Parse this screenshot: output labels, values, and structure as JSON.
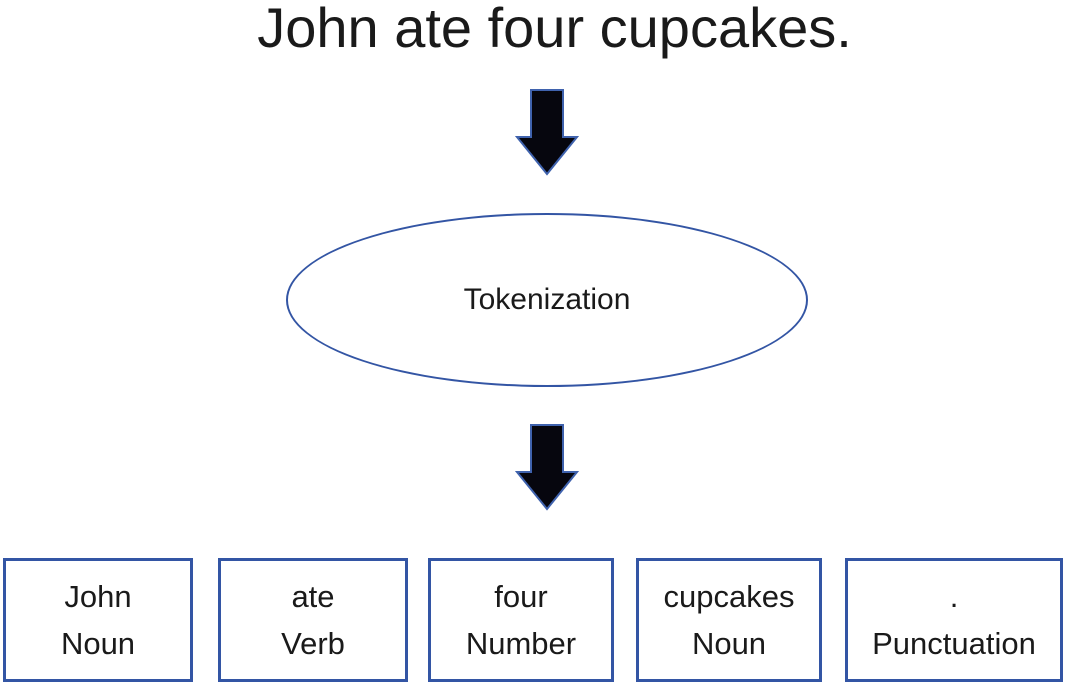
{
  "diagram": {
    "title": "John ate four cupcakes.",
    "process_label": "Tokenization",
    "tokens": [
      {
        "token": "John",
        "type": "Noun"
      },
      {
        "token": "ate",
        "type": "Verb"
      },
      {
        "token": "four",
        "type": "Number"
      },
      {
        "token": "cupcakes",
        "type": "Noun"
      },
      {
        "token": ".",
        "type": "Punctuation"
      }
    ],
    "colors": {
      "outline": "#3355a4",
      "arrow_fill": "#06060e",
      "arrow_outline": "#3f62ad",
      "text": "#1a1a1a",
      "background": "#ffffff"
    }
  }
}
